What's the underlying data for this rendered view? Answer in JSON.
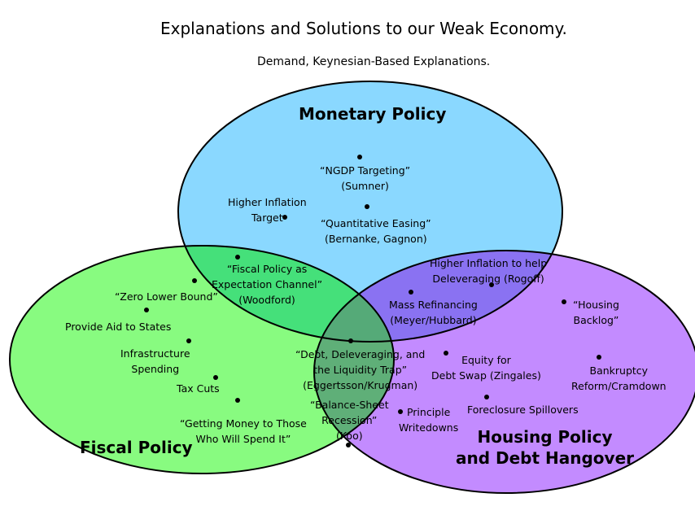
{
  "title": "Explanations and Solutions to our Weak Economy.",
  "subtitle": "Demand, Keynesian-Based Explanations.",
  "colors": {
    "monetary_fill": "#8ad8ff",
    "fiscal_fill": "#88fb80",
    "housing_fill": "#c38bff",
    "monetary_fiscal": "#45e07a",
    "monetary_housing": "#8a72f2",
    "fiscal_housing": "#5faf78",
    "all_three": "#55aa78",
    "stroke": "#000000"
  },
  "circles": {
    "monetary": {
      "label": "Monetary Policy"
    },
    "fiscal": {
      "label": "Fiscal Policy"
    },
    "housing": {
      "label_line1": "Housing Policy",
      "label_line2": "and Debt Hangover"
    }
  },
  "items": {
    "ngdp": {
      "line1": "“NGDP Targeting”",
      "line2": "(Sumner)"
    },
    "higher_inflation": {
      "line1": "Higher Inflation",
      "line2": "Target"
    },
    "qe": {
      "line1": "“Quantitative Easing”",
      "line2": "(Bernanke, Gagnon)"
    },
    "fiscal_expectation": {
      "line1": "“Fiscal Policy as",
      "line2": "Expectation Channel”",
      "line3": "(Woodford)"
    },
    "higher_inflation_delever": {
      "line1": "Higher Inflation to help",
      "line2": "Deleveraging (Rogoff)"
    },
    "mass_refi": {
      "line1": "Mass Refinancing",
      "line2": "(Meyer/Hubbard)"
    },
    "housing_backlog": {
      "line1": "“Housing",
      "line2": "Backlog”"
    },
    "zero_lower_bound": {
      "line1": "“Zero Lower Bound”"
    },
    "aid_states": {
      "line1": "Provide Aid to States"
    },
    "infrastructure": {
      "line1": "Infrastructure",
      "line2": "Spending"
    },
    "tax_cuts": {
      "line1": "Tax Cuts"
    },
    "getting_money": {
      "line1": "“Getting Money to Those",
      "line2": "Who Will Spend It”"
    },
    "debt_delever": {
      "line1": "“Debt, Deleveraging, and",
      "line2": "the Liquidity Trap”",
      "line3": "(Eggertsson/Krugman)"
    },
    "balance_sheet": {
      "line1": "“Balance-Sheet",
      "line2": "Recession”",
      "line3": "(Koo)"
    },
    "equity_debt": {
      "line1": "Equity for",
      "line2": "Debt Swap (Zingales)"
    },
    "bankruptcy": {
      "line1": "Bankruptcy",
      "line2": "Reform/Cramdown"
    },
    "foreclosure": {
      "line1": "Foreclosure Spillovers"
    },
    "principle": {
      "line1": "Principle",
      "line2": "Writedowns"
    }
  }
}
